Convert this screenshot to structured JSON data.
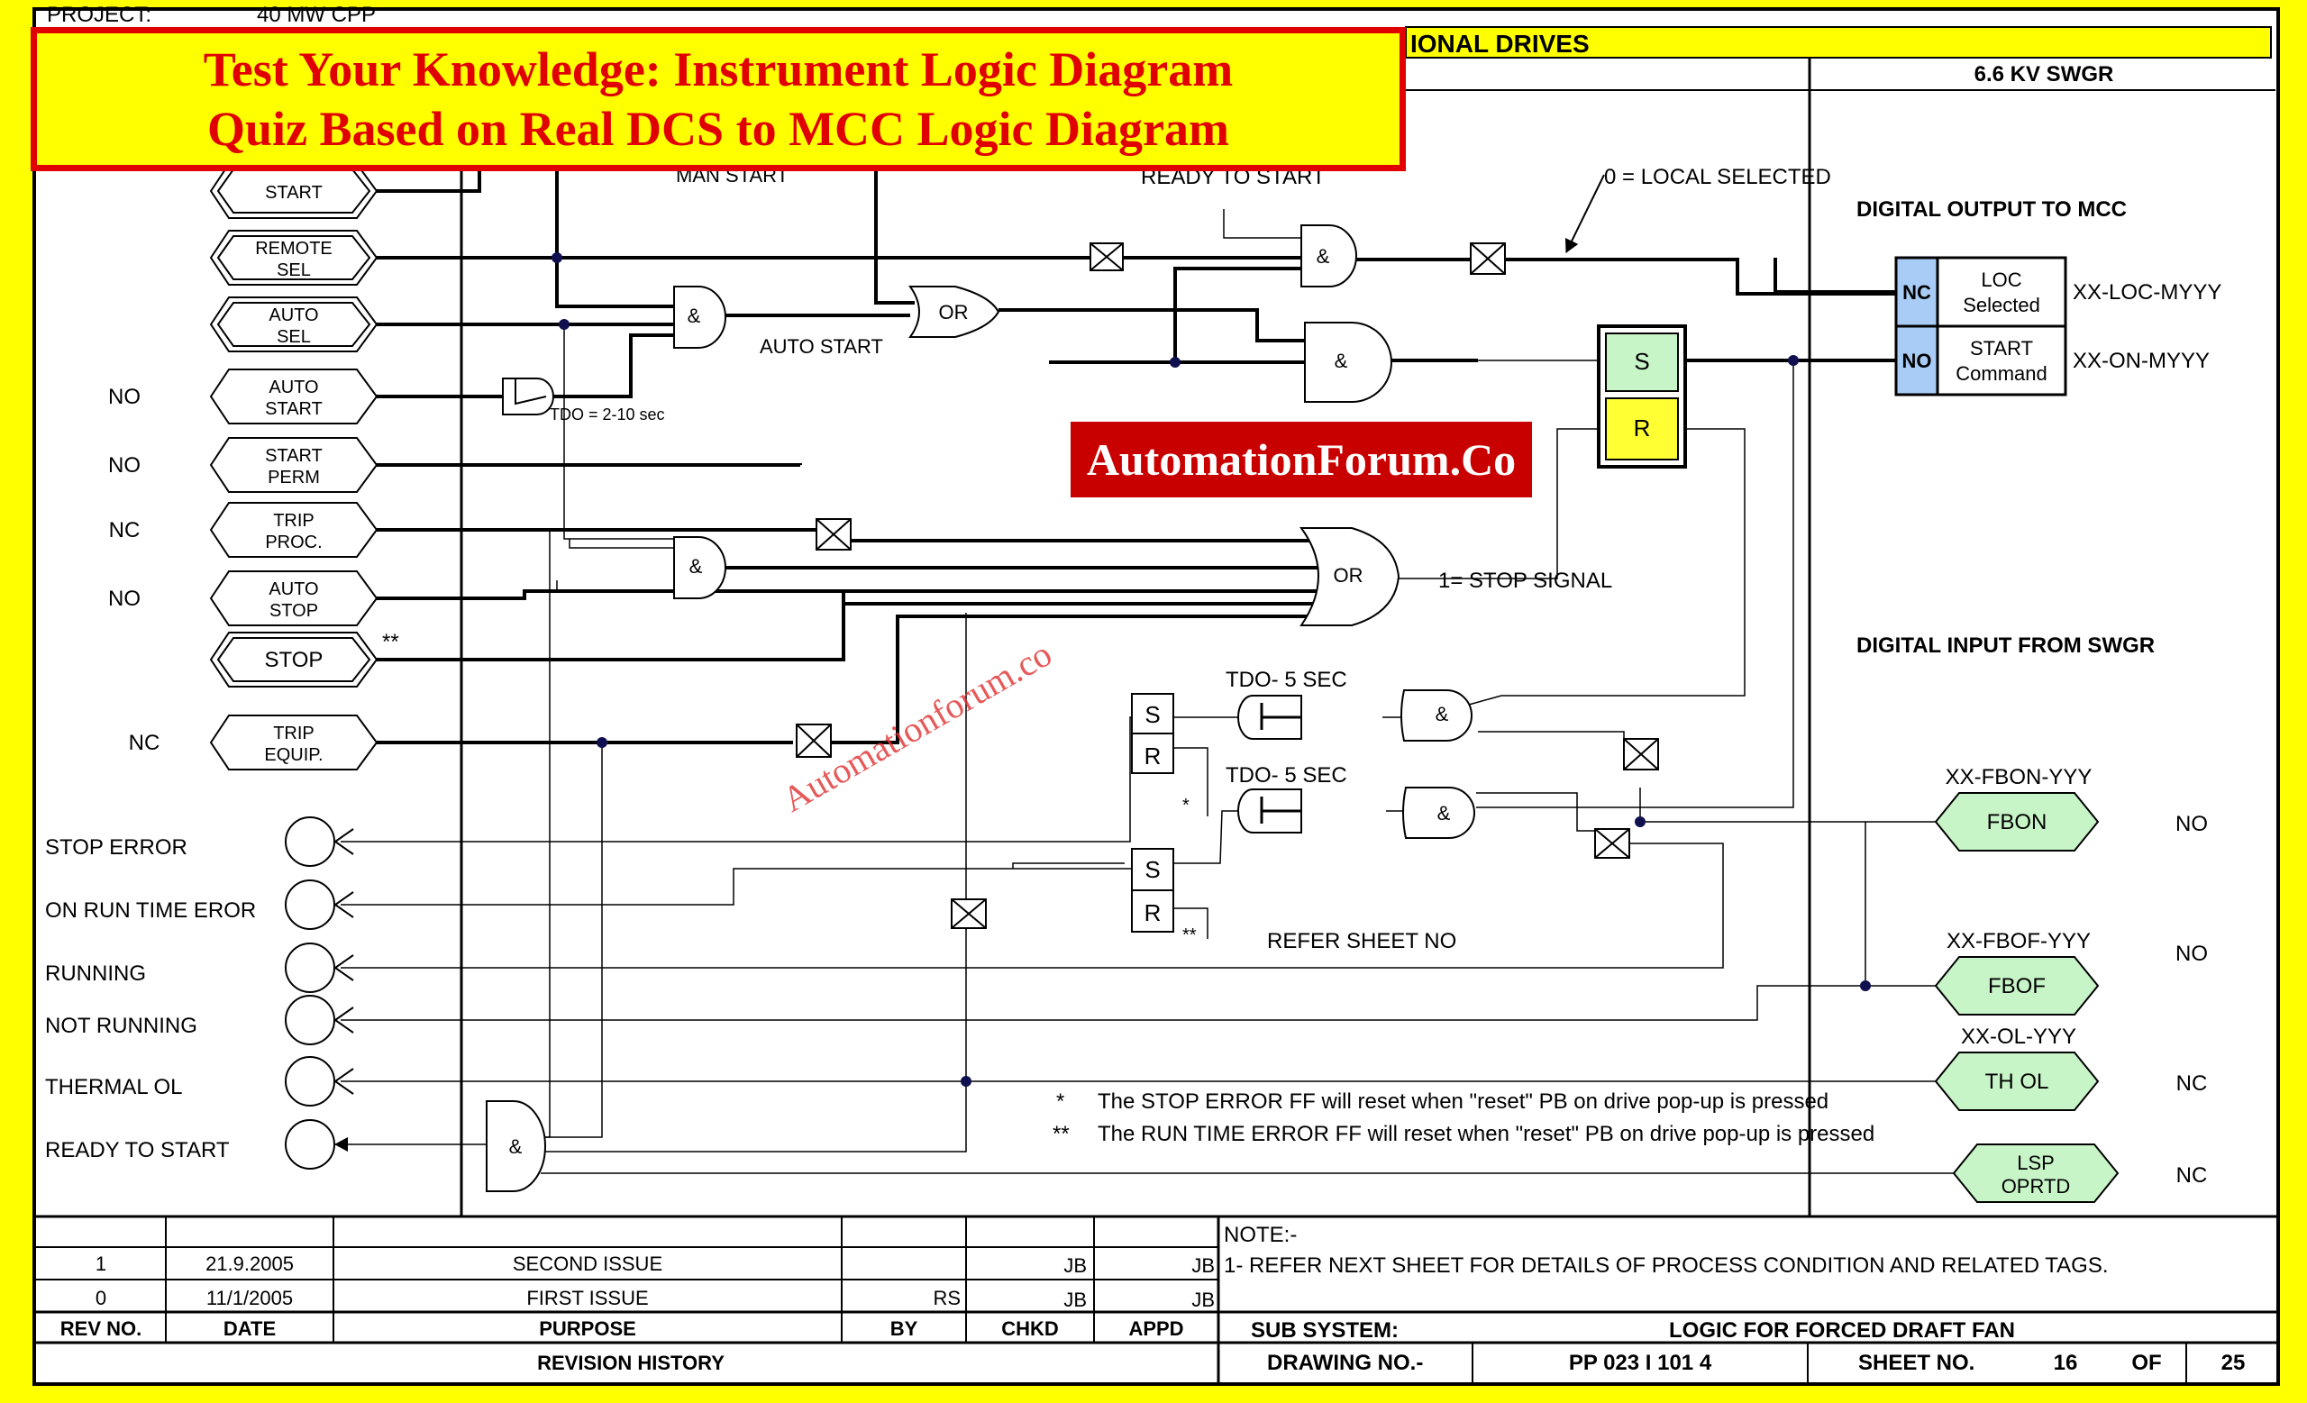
{
  "header": {
    "project_label": "PROJECT:",
    "project_value": "40 MW CPP",
    "system_title": "IONAL DRIVES",
    "column_swgr": "6.6 KV SWGR"
  },
  "banner": {
    "line1": "Test Your Knowledge: Instrument Logic Diagram",
    "line2": "Quiz Based on Real DCS to MCC Logic Diagram"
  },
  "watermark": {
    "main": "AutomationForum.Co",
    "diagonal": "Automationforum.co"
  },
  "inputs": [
    {
      "label": "START",
      "contact": ""
    },
    {
      "label": "REMOTE SEL",
      "contact": ""
    },
    {
      "label": "AUTO SEL",
      "contact": ""
    },
    {
      "label": "AUTO START",
      "contact": "NO"
    },
    {
      "label": "START PERM",
      "contact": "NO"
    },
    {
      "label": "TRIP PROC.",
      "contact": "NC"
    },
    {
      "label": "AUTO STOP",
      "contact": "NO"
    },
    {
      "label": "STOP",
      "contact": "**"
    },
    {
      "label": "TRIP EQUIP.",
      "contact": "NC"
    }
  ],
  "outputs": [
    "STOP ERROR",
    "ON RUN TIME EROR",
    "RUNNING",
    "NOT RUNNING",
    "THERMAL OL",
    "READY TO START"
  ],
  "gates": {
    "and": "&",
    "or": "OR"
  },
  "labels": {
    "man_start": "MAN START",
    "ready_to_start": "READY TO START",
    "local_selected": "0 = LOCAL SELECTED",
    "auto_start": "AUTO START",
    "tdo_2_10": "TDO = 2-10 sec",
    "stop_signal": "1= STOP SIGNAL",
    "tdo5_a": "TDO- 5 SEC",
    "tdo5_b": "TDO- 5 SEC",
    "refer_sheet": "REFER SHEET NO",
    "digital_out": "DIGITAL OUTPUT TO MCC",
    "digital_in": "DIGITAL INPUT FROM SWGR",
    "ff_set": "S",
    "ff_reset": "R",
    "single_star": "*",
    "double_star": "**"
  },
  "mcc_outputs": [
    {
      "contact": "NC",
      "desc": "LOC Selected",
      "tag": "XX-LOC-MYYY"
    },
    {
      "contact": "NO",
      "desc": "START Command",
      "tag": "XX-ON-MYYY"
    }
  ],
  "swgr_inputs": [
    {
      "tag": "XX-FBON-YYY",
      "label": "FBON",
      "contact": "NO"
    },
    {
      "tag": "XX-FBOF-YYY",
      "label": "FBOF",
      "contact": "NO"
    },
    {
      "tag": "XX-OL-YYY",
      "label": "TH OL",
      "contact": "NC"
    },
    {
      "tag": "",
      "label": "LSP OPRTD",
      "contact": "NC"
    }
  ],
  "notes": [
    {
      "mark": "*",
      "text": "The STOP ERROR FF will reset when \"reset\" PB on drive pop-up is pressed"
    },
    {
      "mark": "**",
      "text": "The RUN TIME ERROR FF will reset when \"reset\" PB on drive pop-up is pressed"
    }
  ],
  "revision": {
    "rows": [
      {
        "rev": "1",
        "date": "21.9.2005",
        "purpose": "SECOND ISSUE",
        "by": "",
        "chkd": "JB",
        "appd": "JB"
      },
      {
        "rev": "0",
        "date": "11/1/2005",
        "purpose": "FIRST ISSUE",
        "by": "RS",
        "chkd": "JB",
        "appd": "JB"
      }
    ],
    "headers": {
      "rev": "REV NO.",
      "date": "DATE",
      "purpose": "PURPOSE",
      "by": "BY",
      "chkd": "CHKD",
      "appd": "APPD"
    },
    "title": "REVISION HISTORY"
  },
  "footer": {
    "note_label": "NOTE:-",
    "note_text": "1-   REFER NEXT SHEET FOR DETAILS OF PROCESS CONDITION AND RELATED TAGS.",
    "subsystem_label": "SUB SYSTEM:",
    "subsystem_value": "LOGIC FOR FORCED DRAFT FAN",
    "drawing_label": "DRAWING NO.-",
    "drawing_value": "PP 023 I 101 4",
    "sheet_label": "SHEET NO.",
    "sheet_value": "16",
    "of_label": "OF",
    "total_value": "25"
  },
  "colors": {
    "frame": "#ffff00",
    "banner_text": "#e00000",
    "watermark_bg": "#c80000",
    "set_box": "#c8f5c8",
    "reset_box": "#ffff33",
    "swgr_fill": "#c8f5c8",
    "mcc_contact": "#a8ccf5"
  }
}
